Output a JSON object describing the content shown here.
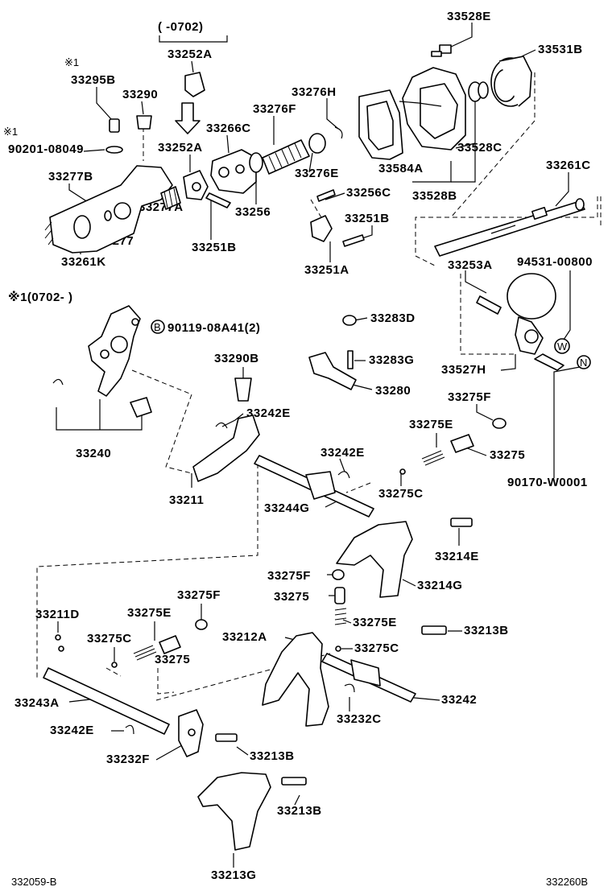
{
  "date_range_top": "(        -0702)",
  "note_mark_1": "※1",
  "note_mark_2": "※1",
  "date_range_left": "※1(0702-        )",
  "drawing_id_left": "332059-B",
  "drawing_id_right": "332260B",
  "callout_b": "B",
  "callout_w": "W",
  "callout_n": "N",
  "labels": {
    "l33528E": "33528E",
    "l33531B": "33531B",
    "l33252A_top": "33252A",
    "l33295B": "33295B",
    "l33290": "33290",
    "l33276H": "33276H",
    "l33276F": "33276F",
    "l33266C": "33266C",
    "l33252A": "33252A",
    "l90201": "90201-08049",
    "l33277B": "33277B",
    "l33277A": "33277A",
    "l33277": "33277",
    "l33261K": "33261K",
    "l33256": "33256",
    "l33251B_a": "33251B",
    "l33276E": "33276E",
    "l33256C": "33256C",
    "l33251B_b": "33251B",
    "l33251A": "33251A",
    "l33584A": "33584A",
    "l33528C": "33528C",
    "l33528B": "33528B",
    "l33261C": "33261C",
    "l33253A": "33253A",
    "l94531": "94531-00800",
    "l90119": "90119-08A41(2)",
    "l33283D": "33283D",
    "l33290B": "33290B",
    "l33283G": "33283G",
    "l33280": "33280",
    "l33527H": "33527H",
    "l33275F_a": "33275F",
    "l33240": "33240",
    "l33242E_a": "33242E",
    "l33275E_a": "33275E",
    "l33242E_b": "33242E",
    "l33275_a": "33275",
    "l33211": "33211",
    "l33275C_a": "33275C",
    "l33244G": "33244G",
    "l90170": "90170-W0001",
    "l33214E": "33214E",
    "l33275F_b": "33275F",
    "l33214G": "33214G",
    "l33275_b": "33275",
    "l33275F_c": "33275F",
    "l33211D": "33211D",
    "l33275E_b": "33275E",
    "l33275E_c": "33275E",
    "l33213B_a": "33213B",
    "l33212A": "33212A",
    "l33275C_b": "33275C",
    "l33275C_c": "33275C",
    "l33275_c": "33275",
    "l33242": "33242",
    "l33243A": "33243A",
    "l33232C": "33232C",
    "l33242E_c": "33242E",
    "l33232F": "33232F",
    "l33213B_b": "33213B",
    "l33213B_c": "33213B",
    "l33213G": "33213G"
  }
}
